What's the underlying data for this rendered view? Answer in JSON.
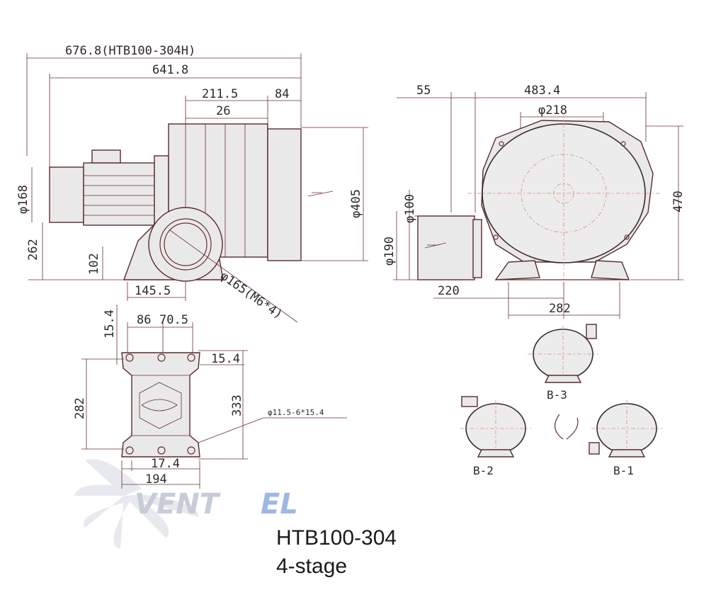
{
  "dimensions": {
    "overall_h": "676.8(HTB100-304H)",
    "overall": "641.8",
    "d_211_5": "211.5",
    "d_84": "84",
    "d_26": "26",
    "phi168": "φ168",
    "d_262": "262",
    "d_102": "102",
    "d_145_5": "145.5",
    "phi405": "φ405",
    "phi165": "φ165(M6*4)",
    "d_55": "55",
    "d_483_4": "483.4",
    "phi218": "φ218",
    "phi100": "φ100",
    "phi190": "φ190",
    "d_470": "470",
    "d_220": "220",
    "d_282_right": "282",
    "d_15_4_top": "15.4",
    "d_86": "86",
    "d_70_5": "70.5",
    "d_15_4_right": "15.4",
    "d_282_left": "282",
    "d_333": "333",
    "hole": "φ11.5-6*15.4",
    "d_17_4": "17.4",
    "d_194": "194"
  },
  "views": {
    "b3": "B-3",
    "b2": "B-2",
    "b1": "B-1"
  },
  "watermark": {
    "part1": "VENT",
    "part2": "EL"
  },
  "caption": {
    "model": "HTB100-304",
    "stage": "4-stage"
  },
  "colors": {
    "line": "#6b2f33",
    "body": "#e9e9e9",
    "centerline": "#d88b7a"
  }
}
